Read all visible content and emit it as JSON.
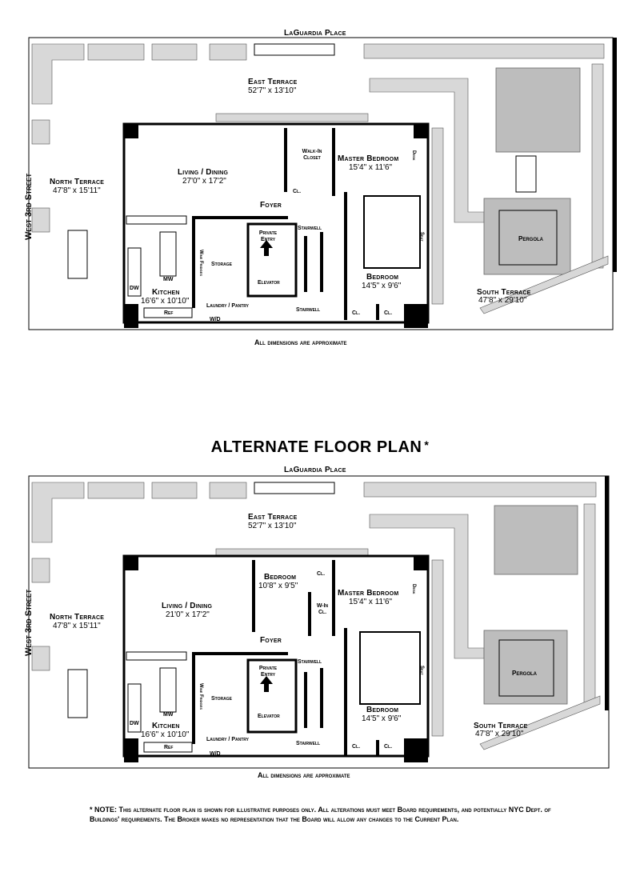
{
  "plan1": {
    "street_top": "LaGuardia Place",
    "street_left": "West 3rd Street",
    "east_terrace": {
      "name": "East Terrace",
      "dim": "52'7\" x 13'10\""
    },
    "north_terrace": {
      "name": "North Terrace",
      "dim": "47'8\" x 15'11\""
    },
    "south_terrace": {
      "name": "South Terrace",
      "dim": "47'8\" x 29'10\""
    },
    "living": {
      "name": "Living / Dining",
      "dim": "27'0\" x 17'2\""
    },
    "master": {
      "name": "Master Bedroom",
      "dim": "15'4\" x 11'6\""
    },
    "bedroom": {
      "name": "Bedroom",
      "dim": "14'5\" x 9'6\""
    },
    "kitchen": {
      "name": "Kitchen",
      "dim": "16'6\" x 10'10\""
    },
    "walkin": "Walk-In Closet",
    "cl": "Cl.",
    "foyer": "Foyer",
    "private_entry": "Private Entry",
    "elevator": "Elevator",
    "stairwell": "Stairwell",
    "storage": "Storage",
    "wine": "Wine Fridges",
    "laundry": "Laundry / Pantry",
    "pergola": "Pergola",
    "desk": "Desk",
    "seat": "Seat",
    "dw": "DW",
    "mw": "MW",
    "ref": "Ref",
    "wd": "W/D",
    "approx": "All dimensions are approximate"
  },
  "alt_title": "ALTERNATE FLOOR PLAN",
  "alt_star": "*",
  "plan2": {
    "street_top": "LaGuardia Place",
    "street_left": "West 3rd Street",
    "east_terrace": {
      "name": "East Terrace",
      "dim": "52'7\" x 13'10\""
    },
    "north_terrace": {
      "name": "North Terrace",
      "dim": "47'8\" x 15'11\""
    },
    "south_terrace": {
      "name": "South Terrace",
      "dim": "47'8\" x 29'10\""
    },
    "living": {
      "name": "Living / Dining",
      "dim": "21'0\" x 17'2\""
    },
    "bedroom2": {
      "name": "Bedroom",
      "dim": "10'8\" x 9'5\""
    },
    "master": {
      "name": "Master Bedroom",
      "dim": "15'4\" x 11'6\""
    },
    "bedroom": {
      "name": "Bedroom",
      "dim": "14'5\" x 9'6\""
    },
    "kitchen": {
      "name": "Kitchen",
      "dim": "16'6\" x 10'10\""
    },
    "win_cl": "W-In Cl.",
    "cl": "Cl.",
    "foyer": "Foyer",
    "private_entry": "Private Entry",
    "elevator": "Elevator",
    "stairwell": "Stairwell",
    "storage": "Storage",
    "wine": "Wine Fridges",
    "laundry": "Laundry / Pantry",
    "pergola": "Pergola",
    "desk": "Desk",
    "seat": "Seat",
    "dw": "DW",
    "mw": "MW",
    "ref": "Ref",
    "wd": "W/D",
    "approx": "All dimensions are approximate"
  },
  "note": {
    "lead": "* NOTE:",
    "text": "This alternate floor plan is shown for illustrative purposes only. All alterations must meet Board requirements, and potentially NYC Dept. of Buildings' requirements. The Broker makes no representation that the Board will allow any changes to the Current Plan."
  }
}
